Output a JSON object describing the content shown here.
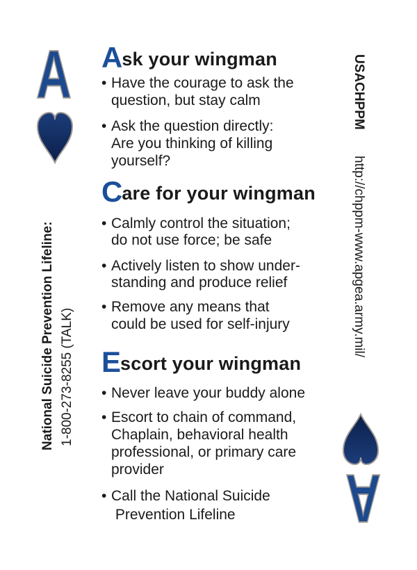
{
  "card": {
    "rank": "A",
    "suit_icon": "heart-icon",
    "accent_color": "#1b4f9a",
    "suit_color": "#0f2a5c"
  },
  "sections": [
    {
      "cap": "A",
      "rest": "sk your wingman",
      "bullets": [
        [
          "Have the courage to ask the",
          "question, but stay calm"
        ],
        [
          "Ask the question directly:",
          "Are you thinking of killing",
          "yourself?"
        ]
      ]
    },
    {
      "cap": "C",
      "rest": "are for your wingman",
      "bullets": [
        [
          "Calmly control the situation;",
          "do not use force; be safe"
        ],
        [
          "Actively listen to show under-",
          "standing and produce relief"
        ],
        [
          "Remove any means that",
          "could be used for self-injury"
        ]
      ]
    },
    {
      "cap": "E",
      "rest": "scort your wingman",
      "bullets": [
        [
          "Never leave your buddy alone"
        ],
        [
          "Escort to chain of command,",
          "Chaplain, behavioral health",
          "professional, or primary care",
          "provider"
        ],
        [
          "Call the National Suicide",
          " Prevention Lifeline"
        ]
      ]
    }
  ],
  "left_side": {
    "title": "National Suicide Prevention Lifeline:",
    "phone": "1-800-273-8255 (TALK)"
  },
  "right_side": {
    "org": "USACHPPM",
    "url": "http://chppm-www.apgea.army.mil/"
  }
}
